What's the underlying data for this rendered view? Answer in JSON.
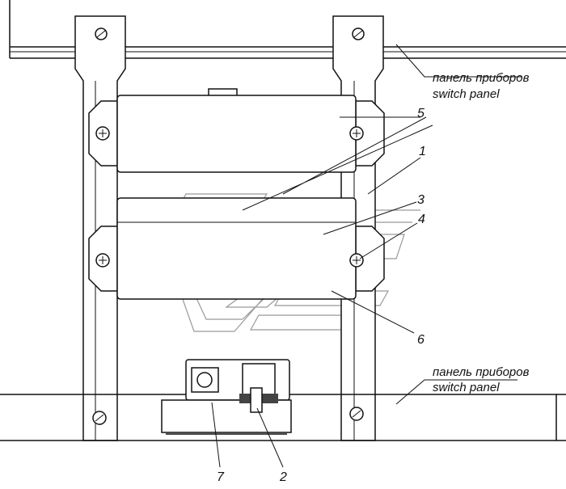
{
  "callouts": {
    "top_panel": {
      "ru": "панель приборов",
      "en": "switch panel"
    },
    "bottom_panel": {
      "ru": "панель приборов",
      "en": "switch panel"
    },
    "numbers": {
      "n5": "5",
      "n1": "1",
      "n3": "3",
      "n4": "4",
      "n6": "6",
      "n7": "7",
      "n2": "2"
    }
  }
}
